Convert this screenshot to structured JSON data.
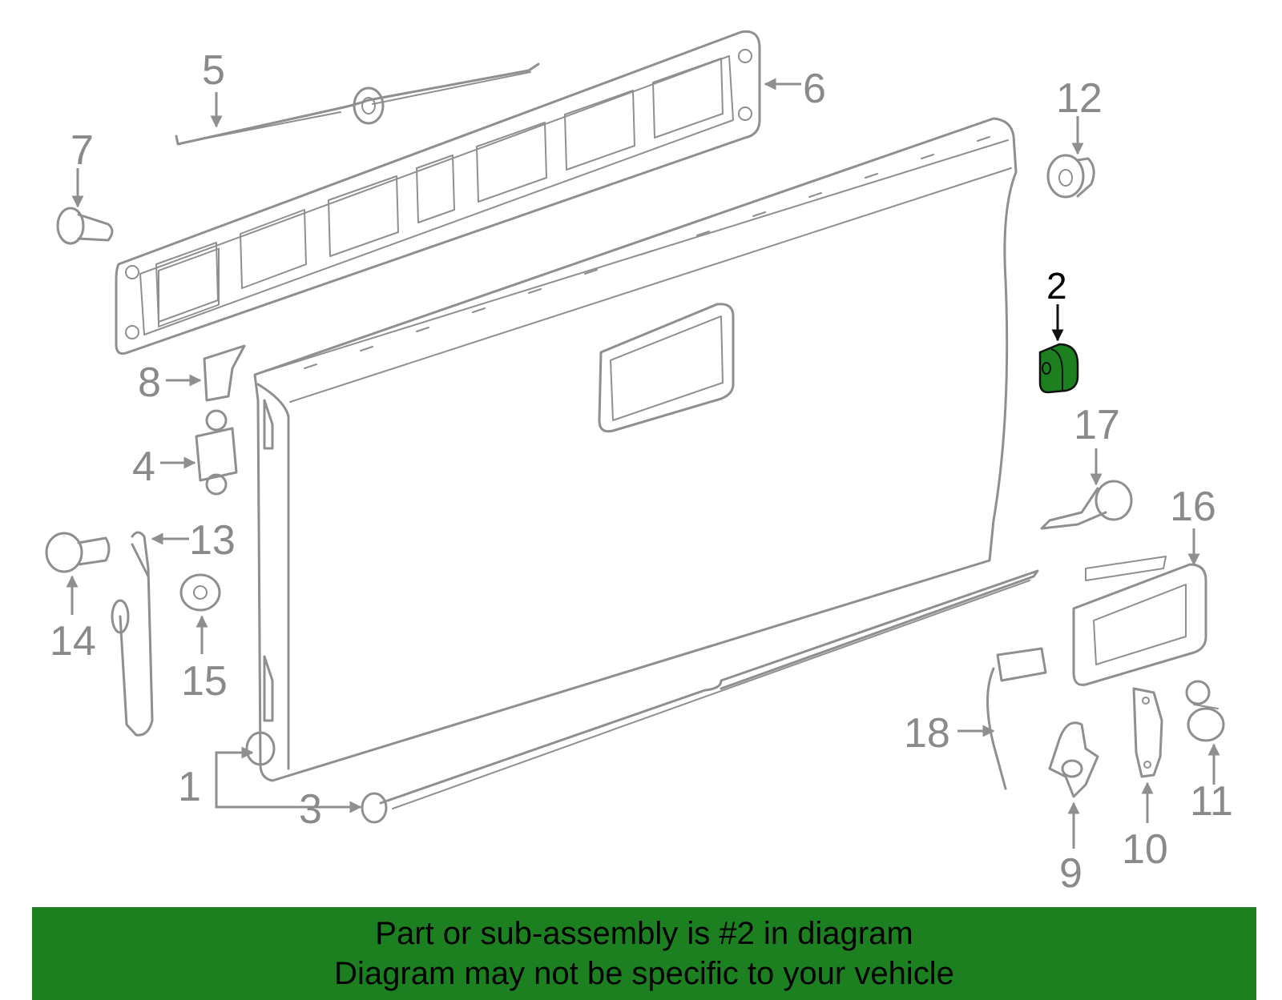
{
  "diagram": {
    "highlight_color": "#1d8020",
    "callouts": [
      "1",
      "2",
      "3",
      "4",
      "5",
      "6",
      "7",
      "8",
      "9",
      "10",
      "11",
      "12",
      "13",
      "14",
      "15",
      "16",
      "17",
      "18"
    ],
    "highlighted_part": "2"
  },
  "banner": {
    "line1": "Part or sub-assembly is #2 in diagram",
    "line2": "Diagram may not be specific to your vehicle",
    "background": "#1d8020"
  }
}
